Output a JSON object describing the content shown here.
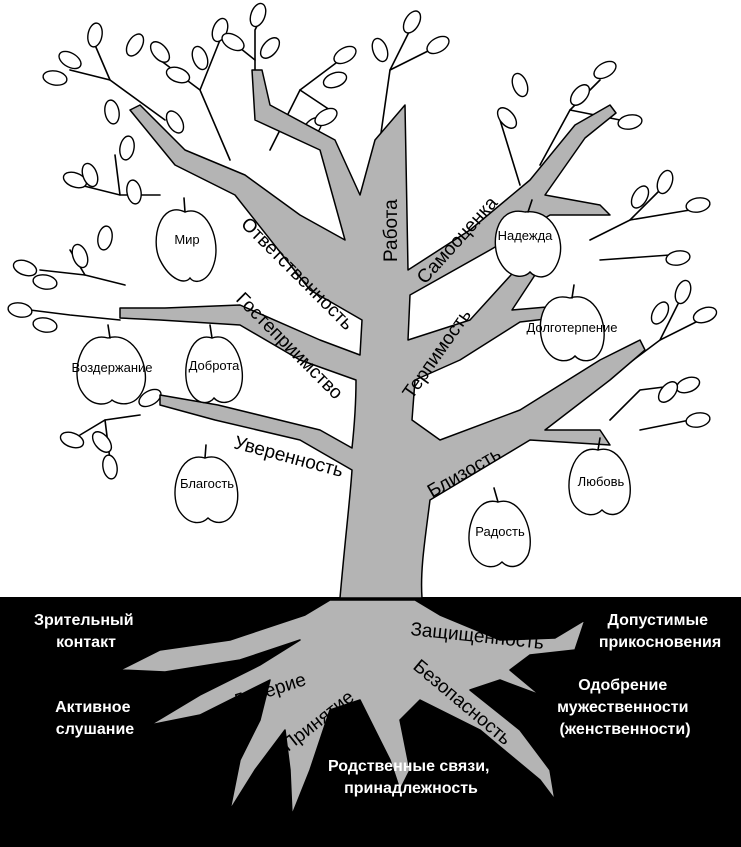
{
  "colors": {
    "ground": "#000000",
    "trunk": "#b4b4b4",
    "outline": "#000000",
    "ground_text": "#ffffff"
  },
  "branches": {
    "work": "Работа",
    "responsibility": "Ответственность",
    "self_esteem": "Самооценка",
    "hospitality": "Гостеприимство",
    "tolerance": "Терпимость",
    "confidence": "Уверенность",
    "closeness": "Близость"
  },
  "fruits": {
    "peace": "Мир",
    "hope": "Надежда",
    "patience": "Долготерпение",
    "temperance": "Воздержание",
    "goodness": "Доброта",
    "kindness": "Благость",
    "love": "Любовь",
    "joy": "Радость"
  },
  "roots": {
    "security": "Защищенность",
    "trust": "Доверие",
    "acceptance": "Принятие",
    "safety": "Безопасность"
  },
  "ground": {
    "eye_contact": [
      "Зрительный",
      "контакт"
    ],
    "active_listening": [
      "Активное",
      "слушание"
    ],
    "kinship": [
      "Родственные связи,",
      "принадлежность"
    ],
    "touch": [
      "Допустимые",
      "прикосновения"
    ],
    "approval": [
      "Одобрение",
      "мужественности",
      "(женственности)"
    ]
  }
}
